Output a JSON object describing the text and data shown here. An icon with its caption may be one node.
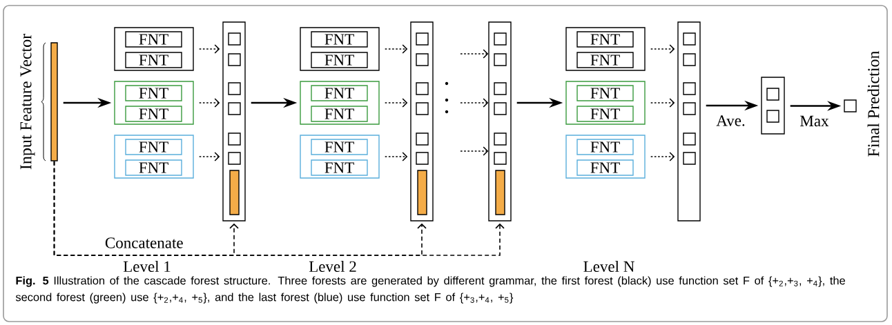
{
  "diagram": {
    "caption": "**Fig. 5** Illustration of the cascade forest structure. Three forests are generated by different grammar, the first forest (black) use function set F of {+$_{2}$,+$_{3}$, +$_{4}$}, the second forest (green) use {+$_{2}$,+$_{4}$, +$_{5}$}, and the last forest (blue) use function set F of {+$_{3}$,+$_{4}$, +$_{5}$}",
    "nodes": [
      {
        "text": [],
        "shape": "bar",
        "beside": [
          "Input Feature Vector"
        ]
      },
      {
        "text": [],
        "shape": "box"
      },
      {
        "text": [
          "FNT"
        ],
        "in": 1
      },
      {
        "text": [
          "FNT"
        ],
        "in": 1
      },
      {
        "text": [],
        "shape": "box"
      },
      {
        "text": [
          "FNT"
        ],
        "in": 4
      },
      {
        "text": [
          "FNT"
        ],
        "in": 4
      },
      {
        "text": [],
        "shape": "box"
      },
      {
        "text": [
          "FNT"
        ],
        "in": 7
      },
      {
        "text": [
          "FNT"
        ],
        "in": 7
      },
      {
        "text": [],
        "shape": "box"
      },
      {
        "text": [],
        "shape": "box"
      },
      {
        "text": [
          "FNT"
        ],
        "in": 11
      },
      {
        "text": [
          "FNT"
        ],
        "in": 11
      },
      {
        "text": [],
        "shape": "box"
      },
      {
        "text": [
          "FNT"
        ],
        "in": 14
      },
      {
        "text": [
          "FNT"
        ],
        "in": 14
      },
      {
        "text": [],
        "shape": "box"
      },
      {
        "text": [
          "FNT"
        ],
        "in": 17
      },
      {
        "text": [
          "FNT"
        ],
        "in": 17
      },
      {
        "text": [],
        "shape": "box"
      },
      {
        "text": [],
        "shape": "box"
      },
      {
        "text": [],
        "shape": "box"
      },
      {
        "text": [
          "FNT"
        ],
        "in": 22
      },
      {
        "text": [
          "FNT"
        ],
        "in": 22
      },
      {
        "text": [],
        "shape": "box"
      },
      {
        "text": [
          "FNT"
        ],
        "in": 25
      },
      {
        "text": [
          "FNT"
        ],
        "in": 25
      },
      {
        "text": [],
        "shape": "box"
      },
      {
        "text": [
          "FNT"
        ],
        "in": 28
      },
      {
        "text": [
          "FNT"
        ],
        "in": 28
      },
      {
        "text": [],
        "shape": "box"
      },
      {
        "text": [],
        "shape": "box"
      },
      {
        "text": [],
        "shape": "box",
        "beside": [
          "Final Prediction"
        ]
      }
    ],
    "edges": [
      {
        "from": 0,
        "to": 4,
        "arrow": "to"
      },
      {
        "from": 1,
        "to": 10,
        "arrow": "to",
        "style": "dashed"
      },
      {
        "from": 4,
        "to": 10,
        "arrow": "to",
        "style": "dashed"
      },
      {
        "from": 7,
        "to": 10,
        "arrow": "to",
        "style": "dashed"
      },
      {
        "from": 10,
        "to": 14,
        "arrow": "to"
      },
      {
        "from": 11,
        "to": 20,
        "arrow": "to",
        "style": "dashed"
      },
      {
        "from": 14,
        "to": 20,
        "arrow": "to",
        "style": "dashed"
      },
      {
        "from": 17,
        "to": 20,
        "arrow": "to",
        "style": "dashed"
      },
      {
        "from": null,
        "to": 21,
        "arrow": "to",
        "style": "dashed"
      },
      {
        "from": null,
        "to": 21,
        "arrow": "to",
        "style": "dashed"
      },
      {
        "from": null,
        "to": 21,
        "arrow": "to",
        "style": "dashed"
      },
      {
        "from": 21,
        "to": 25,
        "arrow": "to"
      },
      {
        "from": 22,
        "to": 31,
        "arrow": "to",
        "style": "dashed"
      },
      {
        "from": 25,
        "to": 31,
        "arrow": "to",
        "style": "dashed"
      },
      {
        "from": 28,
        "to": 31,
        "arrow": "to",
        "style": "dashed"
      },
      {
        "from": 31,
        "to": 32,
        "arrow": "to",
        "label": "Ave."
      },
      {
        "from": 32,
        "to": 33,
        "arrow": "to",
        "label": "Max"
      },
      {
        "from": 0,
        "to": 10,
        "arrow": "to",
        "style": "dashed",
        "label": "Concatenate"
      },
      {
        "from": 0,
        "to": 20,
        "arrow": "to",
        "style": "dashed"
      },
      {
        "from": 0,
        "to": 21,
        "arrow": "to",
        "style": "dashed"
      }
    ],
    "labels": [
      "Level 1",
      "Level 2",
      "Level N"
    ]
  }
}
